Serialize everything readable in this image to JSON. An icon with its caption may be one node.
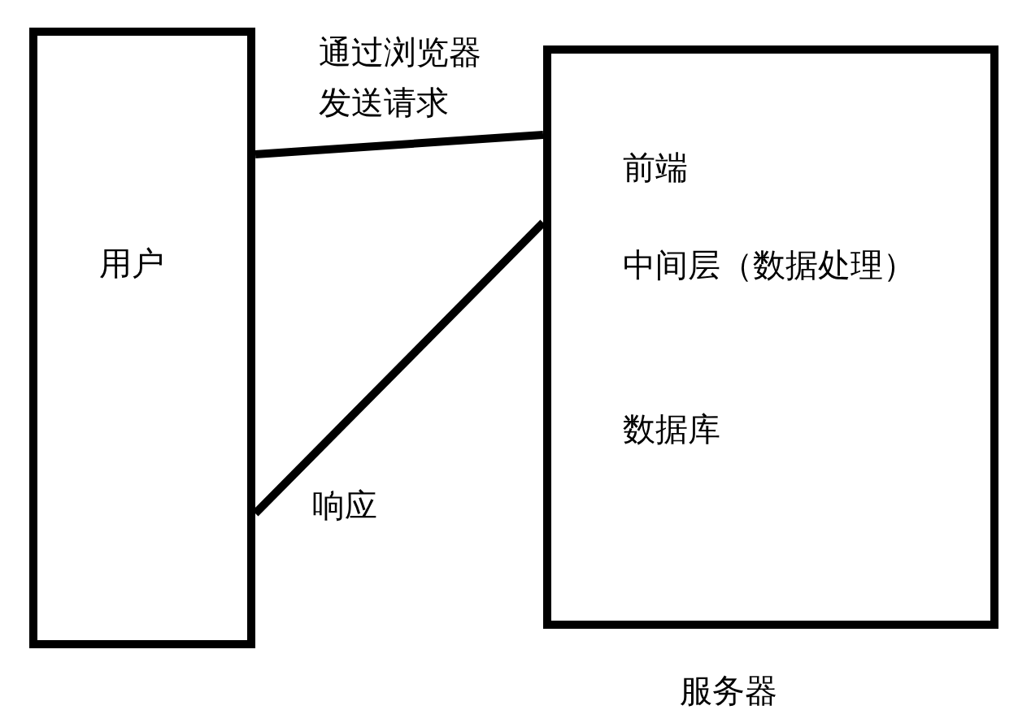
{
  "diagram": {
    "nodes": [
      {
        "text": [
          "用户"
        ]
      },
      {
        "text": [
          "前端",
          "中间层（数据处理）",
          "数据库"
        ],
        "beside": [
          "服务器"
        ]
      }
    ],
    "edges": [
      {
        "from": 0,
        "to": 1,
        "arrow": "none",
        "label": "通过浏览器发送请求"
      },
      {
        "from": 0,
        "to": 1,
        "arrow": "none",
        "label": "响应"
      }
    ]
  }
}
